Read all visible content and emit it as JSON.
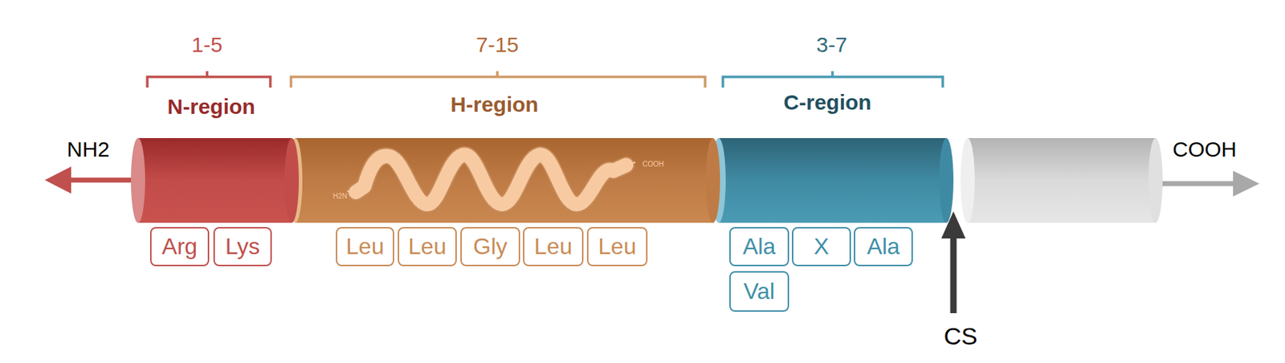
{
  "diagram": {
    "nodes": [
      {
        "text": [
          "Arg"
        ]
      },
      {
        "text": [
          "Lys"
        ]
      },
      {
        "text": [
          "Leu"
        ]
      },
      {
        "text": [
          "Leu"
        ]
      },
      {
        "text": [
          "Gly"
        ]
      },
      {
        "text": [
          "Leu"
        ]
      },
      {
        "text": [
          "Leu"
        ]
      },
      {
        "text": [
          "Ala"
        ]
      },
      {
        "text": [
          "X"
        ]
      },
      {
        "text": [
          "Ala"
        ]
      },
      {
        "text": [
          "Val"
        ]
      }
    ],
    "labels": [
      "1-5",
      "N-region",
      "7-15",
      "H-region",
      "3-7",
      "C-region",
      "NH2",
      "COOH",
      "H2N",
      "COOH",
      "CS"
    ]
  }
}
